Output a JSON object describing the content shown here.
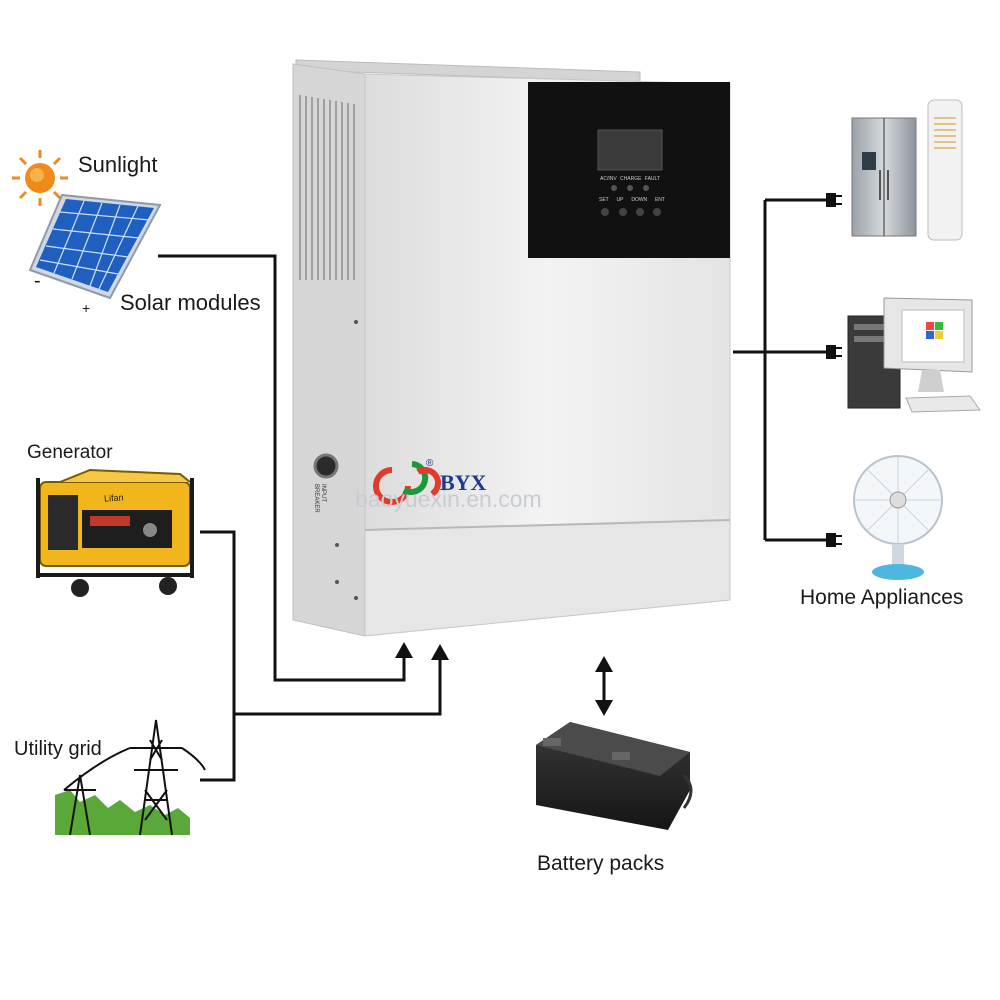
{
  "labels": {
    "sunlight": "Sunlight",
    "solar_modules": "Solar modules",
    "solar_minus": "-",
    "solar_plus": "+",
    "generator": "Generator",
    "utility_grid": "Utility grid",
    "home_appliances": "Home Appliances",
    "battery_packs": "Battery packs"
  },
  "inverter": {
    "brand": "BYX",
    "brand_mark": "®",
    "watermark": "baoyuexin.en.com",
    "side_label": "INPUT BREAKER",
    "indicators": [
      "AC/INV",
      "CHARGE",
      "FAULT"
    ],
    "buttons": [
      "SET",
      "UP",
      "DOWN",
      "ENT"
    ]
  },
  "generator_brand": "Lifan",
  "colors": {
    "line": "#111111",
    "inverter_body": "#ebebeb",
    "panel": "#111111",
    "screen": "#3a3a3a",
    "solar_blue": "#1f5fbf",
    "generator_yellow": "#f2b61d",
    "grass": "#5aa83a",
    "sun": "#f08a1c"
  }
}
